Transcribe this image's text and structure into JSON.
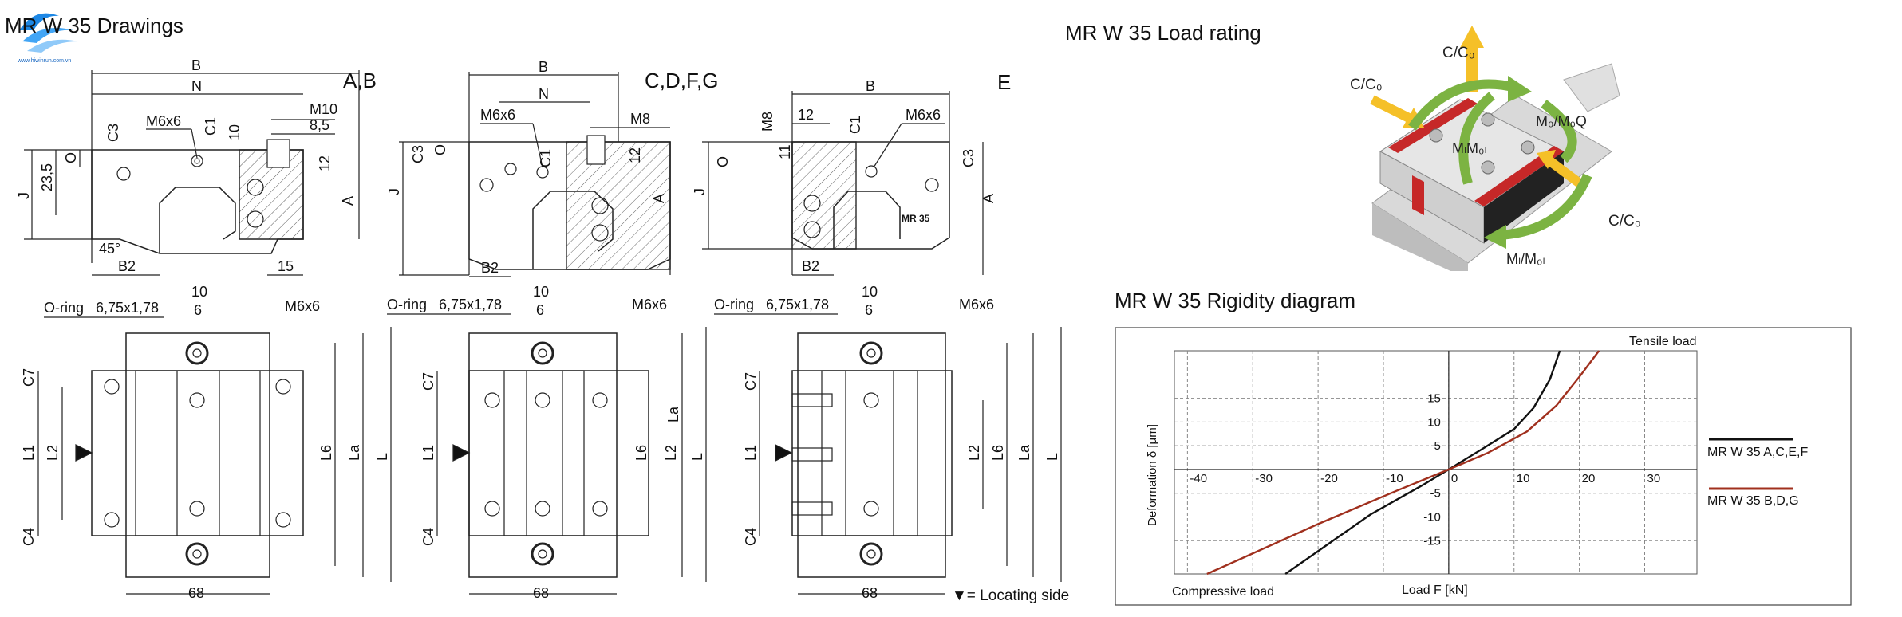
{
  "drawings": {
    "title": "MR W 35 Drawings",
    "logo_url_text": "www.hiwinrun.com.vn",
    "top_views": [
      {
        "variant_label": "A,B",
        "dims": {
          "B": "B",
          "N": "N",
          "thread": "M6x6",
          "C1": "C1",
          "H1": "10",
          "M": "M10",
          "depth": "8,5",
          "C3": "C3",
          "O": "O",
          "v235": "23,5",
          "J": "J",
          "twelve": "12",
          "A": "A",
          "angle": "45°",
          "B2": "B2",
          "fifteen": "15"
        }
      },
      {
        "variant_label": "C,D,F,G",
        "dims": {
          "B": "B",
          "N": "N",
          "thread": "M6x6",
          "C1": "C1",
          "M": "M8",
          "C3": "C3",
          "O": "O",
          "J": "J",
          "twelve": "12",
          "A": "A",
          "B2": "B2"
        }
      },
      {
        "variant_label": "E",
        "dims": {
          "B": "B",
          "twelve": "12",
          "thread": "M6x6",
          "M8": "M8",
          "eleven": "11",
          "C1": "C1",
          "O": "O",
          "C3": "C3",
          "J": "J",
          "A": "A",
          "B2": "B2",
          "mark": "MR 35"
        }
      }
    ],
    "bottom_views": [
      {
        "oring": "O-ring",
        "oring_size": "6,75x1,78",
        "ten": "10",
        "six": "6",
        "thread": "M6x6",
        "C7": "C7",
        "L1": "L1",
        "L2": "L2",
        "C4": "C4",
        "L6": "L6",
        "La": "La",
        "L": "L",
        "width": "68"
      },
      {
        "oring": "O-ring",
        "oring_size": "6,75x1,78",
        "ten": "10",
        "six": "6",
        "thread": "M6x6",
        "C7": "C7",
        "L1": "L1",
        "C4": "C4",
        "L2": "L2",
        "L6": "L6",
        "La": "La",
        "L": "L",
        "width": "68"
      },
      {
        "oring": "O-ring",
        "oring_size": "6,75x1,78",
        "ten": "10",
        "six": "6",
        "thread": "M6x6",
        "C7": "C7",
        "L1": "L1",
        "C4": "C4",
        "L2": "L2",
        "L6": "L6",
        "La": "La",
        "L": "L",
        "width": "68"
      }
    ],
    "locating_side": "▼= Locating side"
  },
  "load_rating": {
    "title": "MR W 35 Load rating",
    "labels": {
      "c_top": "C/C₀",
      "c_left": "C/C₀",
      "m_right": "M₀/M₀Q",
      "m_center": "MₗM₀ₗ",
      "c_right": "C/C₀",
      "ml_bottom": "Mₗ/M₀ₗ"
    },
    "colors": {
      "arrow_yellow": "#f5c028",
      "arrow_green": "#7cb342",
      "seal_red": "#c62828"
    }
  },
  "rigidity": {
    "title": "MR W 35 Rigidity diagram",
    "tensile_label": "Tensile load",
    "compressive_label": "Compressive load",
    "legend": [
      {
        "name": "MR W 35 A,C,E,F",
        "color": "#111111"
      },
      {
        "name": "MR W 35 B,D,G",
        "color": "#a0301e"
      }
    ]
  },
  "chart_data": {
    "type": "line",
    "xlabel": "Load F [kN]",
    "ylabel": "Deformation δ [μm]",
    "x_ticks": [
      -40,
      -30,
      -20,
      -10,
      0,
      10,
      20,
      30
    ],
    "y_ticks": [
      -15,
      -10,
      -5,
      5,
      10,
      15
    ],
    "xlim": [
      -42,
      38
    ],
    "ylim": [
      -22,
      25
    ],
    "grid": true,
    "legend_position": "right",
    "series": [
      {
        "name": "MR W 35 A,C,E,F",
        "color": "#111111",
        "points": [
          [
            -25,
            -22
          ],
          [
            -12,
            -9.5
          ],
          [
            -4,
            -3.3
          ],
          [
            0,
            0
          ],
          [
            5,
            4.2
          ],
          [
            10,
            8.5
          ],
          [
            13,
            13
          ],
          [
            15.5,
            19
          ],
          [
            17,
            25
          ]
        ]
      },
      {
        "name": "MR W 35 B,D,G",
        "color": "#a0301e",
        "points": [
          [
            -37,
            -22
          ],
          [
            -20,
            -11.5
          ],
          [
            -8,
            -4.5
          ],
          [
            0,
            0
          ],
          [
            6,
            3.5
          ],
          [
            12,
            8
          ],
          [
            16.5,
            13.5
          ],
          [
            20,
            19.5
          ],
          [
            23,
            25
          ]
        ]
      }
    ]
  }
}
